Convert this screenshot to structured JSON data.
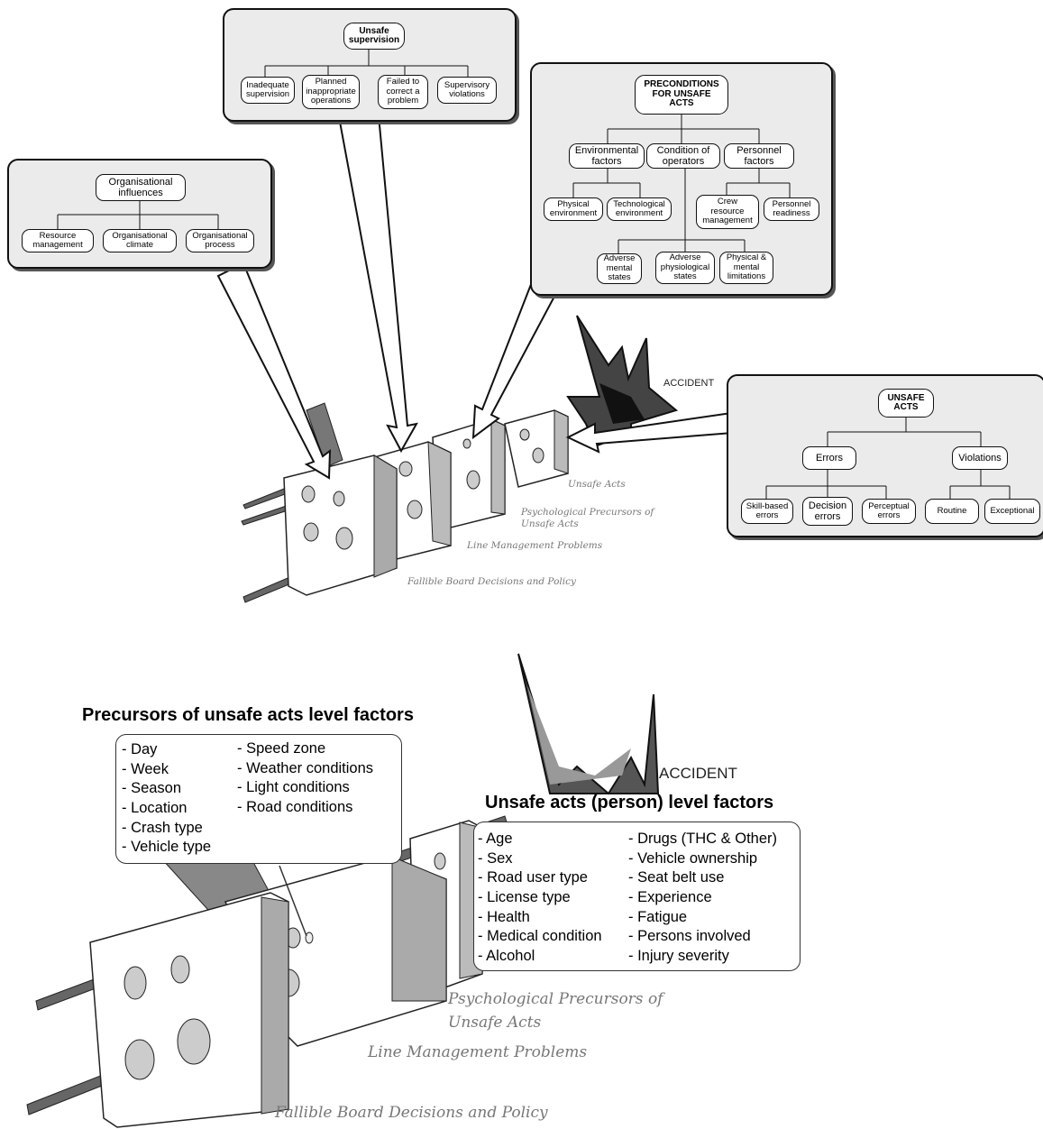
{
  "top_diagram": {
    "unsafe_supervision": {
      "title": "Unsafe\nsupervision",
      "children": [
        "Inadequate\nsupervision",
        "Planned\ninappropriate\noperations",
        "Failed to\ncorrect a\nproblem",
        "Supervisory\nviolations"
      ]
    },
    "organisational_influences": {
      "title": "Organisational\ninfluences",
      "children": [
        "Resource\nmanagement",
        "Organisational\nclimate",
        "Organisational\nprocess"
      ]
    },
    "preconditions": {
      "title": "PRECONDITIONS\nFOR UNSAFE\nACTS",
      "environmental": "Environmental\nfactors",
      "condition": "Condition of\noperators",
      "personnel": "Personnel\nfactors",
      "physical_env": "Physical\nenvironment",
      "technological_env": "Technological\nenvironment",
      "crew": "Crew\nresource\nmanagement",
      "readiness": "Personnel\nreadiness",
      "adverse_mental": "Adverse\nmental\nstates",
      "adverse_physio": "Adverse\nphysiological\nstates",
      "limitations": "Physical &\nmental\nlimitations"
    },
    "unsafe_acts": {
      "title": "UNSAFE\nACTS",
      "errors": "Errors",
      "violations": "Violations",
      "skill": "Skill-based\nerrors",
      "decision": "Decision\nerrors",
      "perceptual": "Perceptual\nerrors",
      "routine": "Routine",
      "exceptional": "Exceptional"
    },
    "accident": "ACCIDENT",
    "layers": {
      "unsafe_acts": "Unsafe Acts",
      "psych": "Psychological Precursors of\nUnsafe Acts",
      "line": "Line Management Problems",
      "board": "Fallible Board Decisions and Policy"
    }
  },
  "bottom_diagram": {
    "precursors_heading": "Precursors of unsafe acts level factors",
    "precursors_left": [
      "- Day",
      "- Week",
      "- Season",
      "- Location",
      "- Crash type",
      "- Vehicle type"
    ],
    "precursors_right": [
      "- Speed zone",
      "- Weather conditions",
      "- Light conditions",
      "- Road conditions"
    ],
    "accident": "ACCIDENT",
    "unsafe_heading": "Unsafe acts (person) level factors",
    "unsafe_left": [
      "- Age",
      "- Sex",
      "- Road user type",
      "- License type",
      "- Health",
      "- Medical condition",
      "- Alcohol"
    ],
    "unsafe_right": [
      "- Drugs (THC & Other)",
      "- Vehicle ownership",
      "- Seat belt use",
      "- Experience",
      "- Fatigue",
      "- Persons involved",
      "- Injury severity"
    ],
    "layers": {
      "psych": "Psychological Precursors of\nUnsafe Acts",
      "line": "Line Management Problems",
      "board": "Fallible Board Decisions and Policy"
    }
  }
}
